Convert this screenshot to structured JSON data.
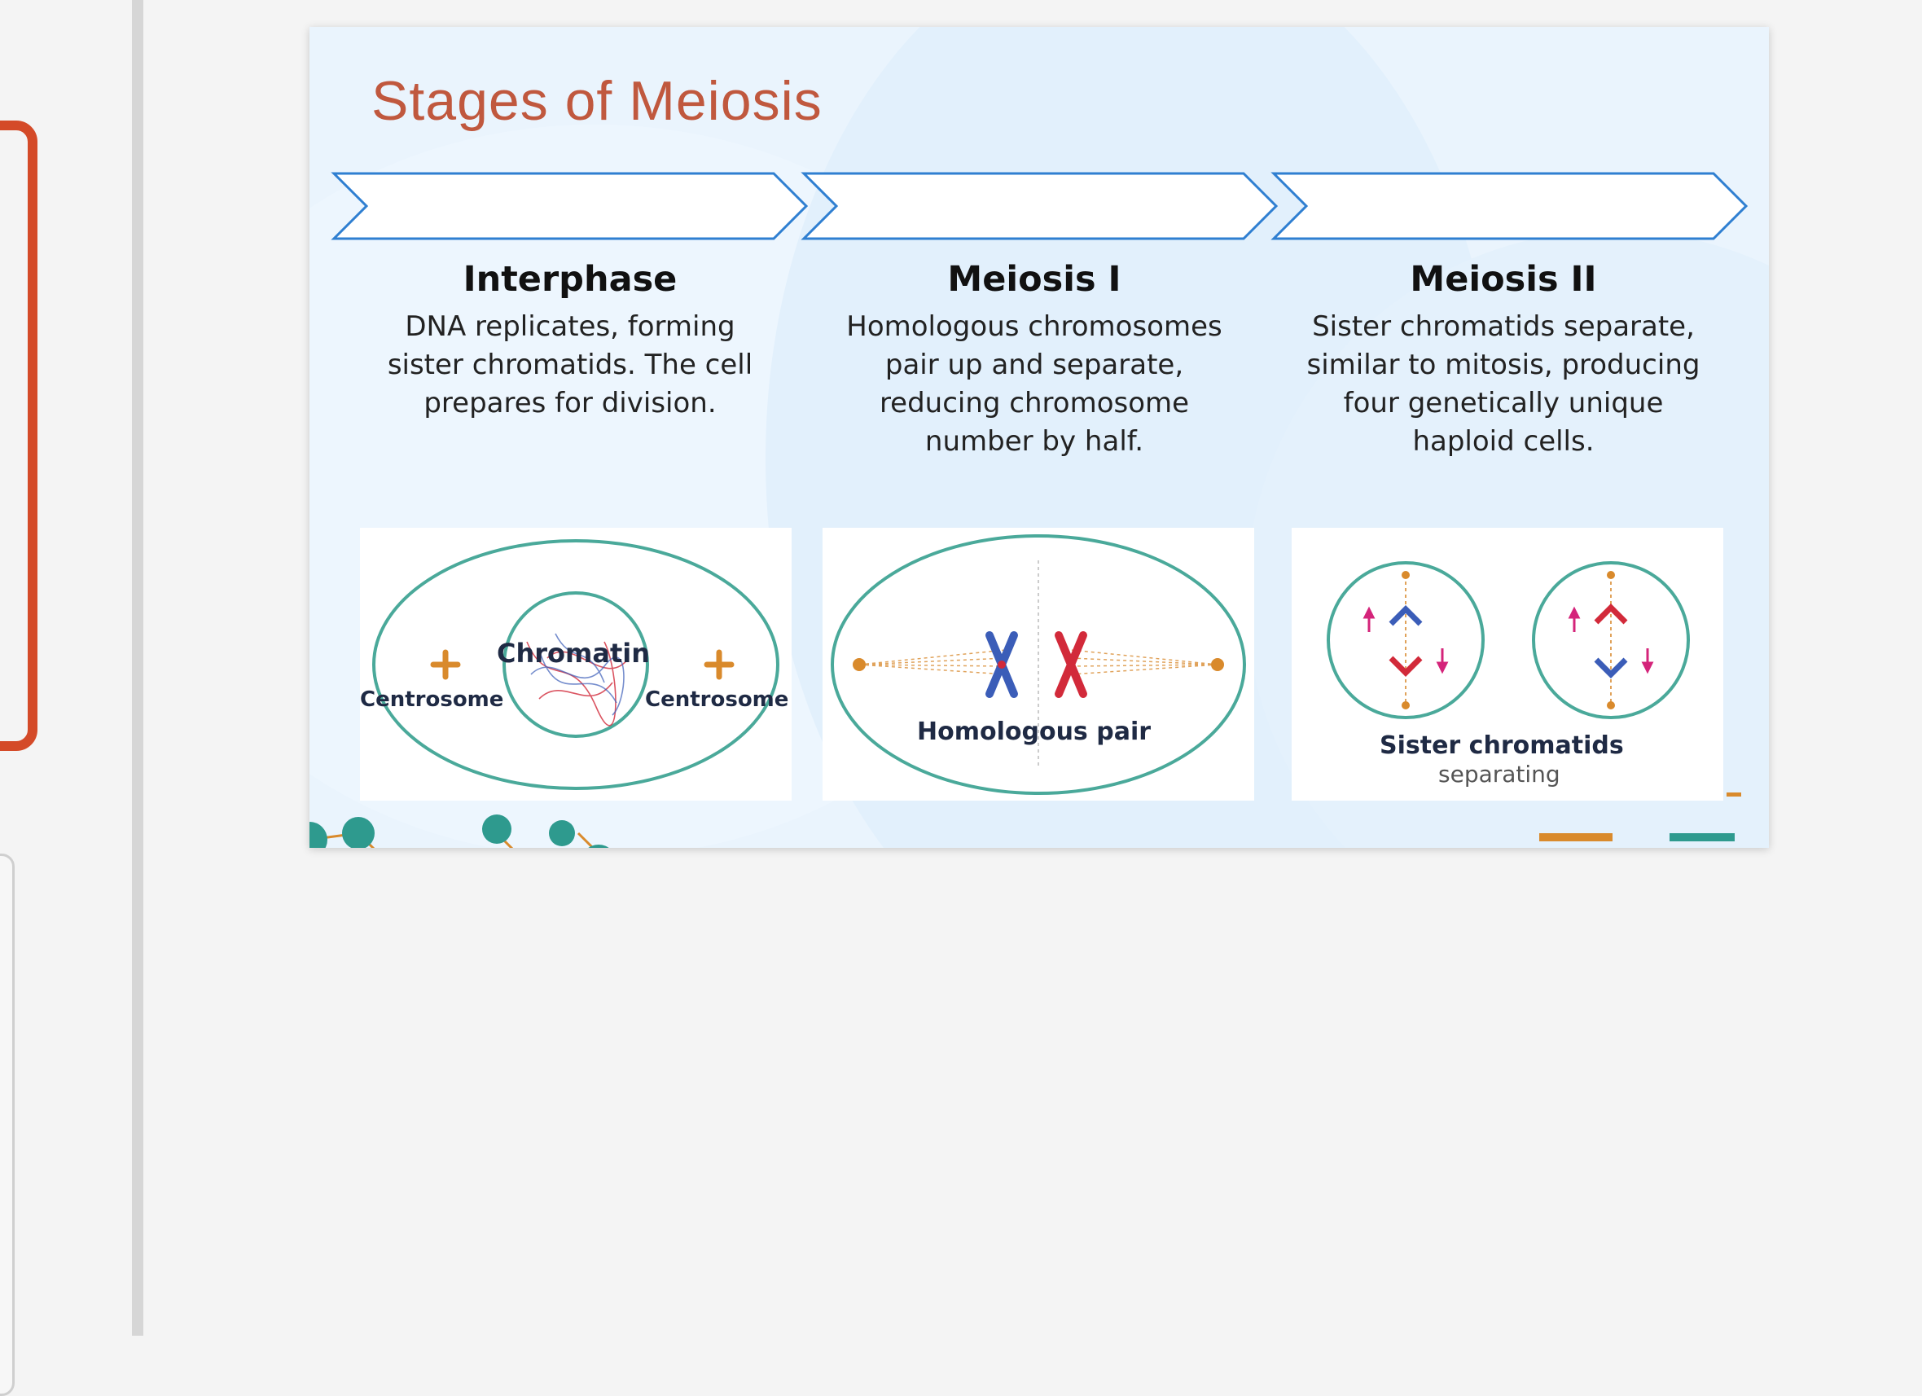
{
  "slide": {
    "title": "Stages of Meiosis",
    "stages": [
      {
        "name": "Interphase",
        "description": "DNA replicates, forming sister chromatids. The cell prepares for division.",
        "diagram": {
          "label_center": "Chromatin",
          "label_left": "Centrosome",
          "label_right": "Centrosome"
        }
      },
      {
        "name": "Meiosis I",
        "description": "Homologous chromosomes pair up and separate, reducing chromosome number by half.",
        "diagram": {
          "label": "Homologous pair"
        }
      },
      {
        "name": "Meiosis II",
        "description": "Sister chromatids separate, similar to mitosis, producing four genetically unique haploid cells.",
        "diagram": {
          "label": "Sister chromatids",
          "sublabel": "separating"
        }
      }
    ]
  },
  "colors": {
    "title": "#c0583e",
    "accent_border": "#d44a28",
    "chevron_stroke": "#2f7fd1",
    "cell_outline": "#4aa99a",
    "centrosome": "#d98a2c",
    "chromosome_blue": "#3b5db8",
    "chromosome_red": "#d22a3a",
    "molecule": "#2e9a8e"
  },
  "icons": {
    "centrosome": "plus-icon",
    "chromosome": "x-shape-icon",
    "movement": "arrow-icon"
  }
}
